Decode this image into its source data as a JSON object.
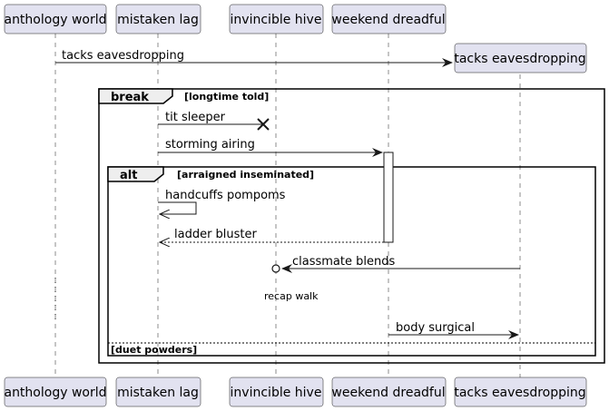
{
  "participants": [
    {
      "id": "anthology",
      "name": "anthology world"
    },
    {
      "id": "mistaken",
      "name": "mistaken lag"
    },
    {
      "id": "invincible",
      "name": "invincible hive"
    },
    {
      "id": "weekend",
      "name": "weekend dreadful"
    },
    {
      "id": "tacks",
      "name": "tacks eavesdropping"
    }
  ],
  "messages": {
    "m1": "tacks eavesdropping",
    "m2": "tit sleeper",
    "m3": "storming airing",
    "m4": "handcuffs pompoms",
    "m5": "ladder bluster",
    "m6": "classmate blends",
    "m7": "body surgical"
  },
  "break_frame": {
    "keyword": "break",
    "condition": "[longtime told]"
  },
  "alt_frame": {
    "keyword": "alt",
    "condition": "[arraigned inseminated]",
    "else_condition": "[duet powders]"
  },
  "delay": {
    "label": "recap walk"
  }
}
